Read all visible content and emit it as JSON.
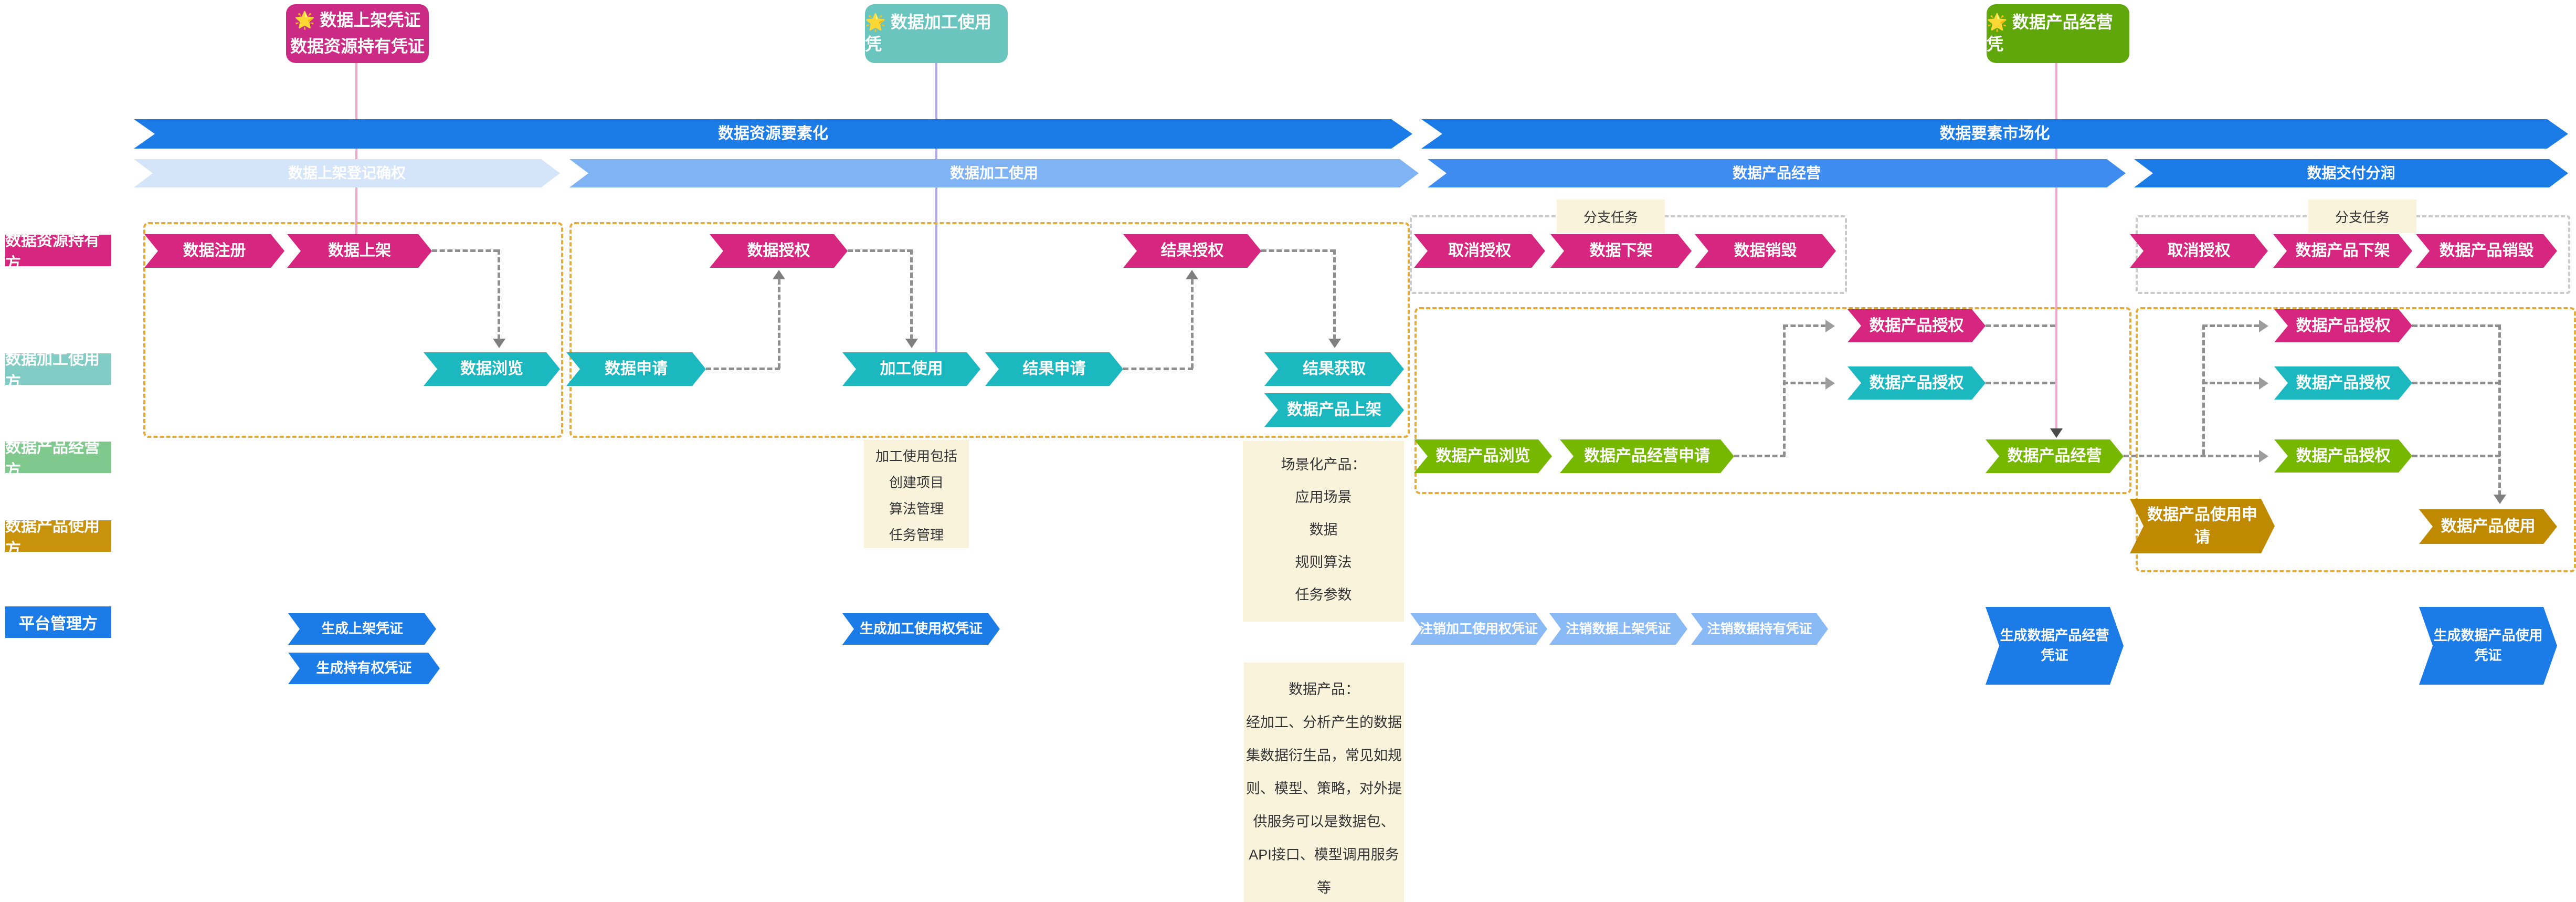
{
  "badges": {
    "pink": {
      "star": "🌟",
      "line1": "数据上架凭证",
      "line2": "数据资源持有凭证"
    },
    "teal": {
      "star": "🌟",
      "label": "数据加工使用凭"
    },
    "green": {
      "star": "🌟",
      "label": "数据产品经营凭"
    }
  },
  "banners": {
    "b1": "数据资源要素化",
    "b2": "数据要素市场化"
  },
  "sub_banners": {
    "s1": "数据上架登记确权",
    "s2": "数据加工使用",
    "s3": "数据产品经营",
    "s4": "数据交付分润"
  },
  "roles": {
    "r1": "数据资源持有方",
    "r2": "数据加工使用方",
    "r3": "数据产品经营方",
    "r4": "数据产品使用方",
    "r5": "平台管理方"
  },
  "nodes": {
    "register": "数据注册",
    "shelf": "数据上架",
    "authData": "数据授权",
    "authResult": "结果授权",
    "cancel1": "取消授权",
    "offshelf": "数据下架",
    "destroy": "数据销毁",
    "cancel2": "取消授权",
    "prodOffshelf": "数据产品下架",
    "prodDestroy": "数据产品销毁",
    "browse": "数据浏览",
    "apply": "数据申请",
    "process": "加工使用",
    "resultApply": "结果申请",
    "resultGet": "结果获取",
    "prodShelf": "数据产品上架",
    "prodAuthM1": "数据产品授权",
    "prodAuthM2": "数据产品授权",
    "prodAuthR1": "数据产品授权",
    "prodAuthR2": "数据产品授权",
    "prodAuthR3": "数据产品授权",
    "prodBrowse": "数据产品浏览",
    "prodOperateApply": "数据产品经营申请",
    "prodOperate": "数据产品经营",
    "prodUseApply": "数据产品使用申\n请",
    "prodUse": "数据产品使用",
    "genShelf": "生成上架凭证",
    "genHold": "生成持有权凭证",
    "genProcess": "生成加工使用权凭证",
    "revokeProcess": "注销加工使用权凭证",
    "revokeShelf": "注销数据上架凭证",
    "revokeHold": "注销数据持有凭证",
    "genProdOperate": "生成数据产品经营\n凭证",
    "genProdUse": "生成数据产品使用\n凭证"
  },
  "notes": {
    "branch1": "分支任务",
    "branch2": "分支任务",
    "process": "加工使用包括\n创建项目\n算法管理\n任务管理",
    "scene": "场景化产品：\n应用场景\n数据\n规则算法\n任务参数",
    "product": "数据产品：\n经加工、分析产生的数据\n集数据衍生品，常见如规\n则、模型、策略，对外提\n供服务可以是数据包、\nAPI接口、模型调用服务\n等"
  },
  "colors": {
    "pink": "#D6267F",
    "teal": "#1CB8BF",
    "green": "#76B700",
    "gold": "#C08A00",
    "blue": "#1B7CE8",
    "lightBlue": "#8ABAF5",
    "subLight": "#D4E4F9",
    "subMedium": "#7FB3F3",
    "subStrong": "#3E8CF0",
    "cream": "#FAF3DC",
    "badgePink": "#CB2B84",
    "badgeTeal": "#6BC5BF",
    "badgeGreen": "#5FA70A"
  }
}
